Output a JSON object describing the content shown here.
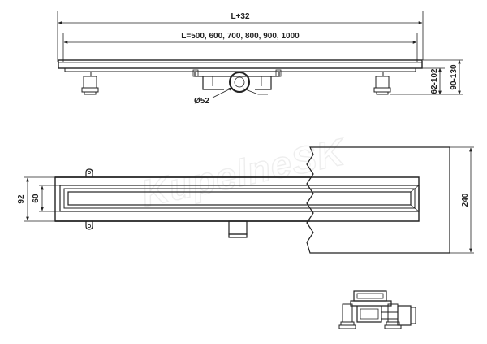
{
  "watermark": "KupelneSK",
  "dimensions": {
    "total_length": "L+32",
    "channel_lengths": "L=500, 600, 700, 800, 900, 1000",
    "outlet_diameter": "Ø52",
    "height_adjust_small": "62-102",
    "height_adjust_large": "90-130",
    "width_outer": "92",
    "width_inner": "60",
    "depth": "240"
  }
}
